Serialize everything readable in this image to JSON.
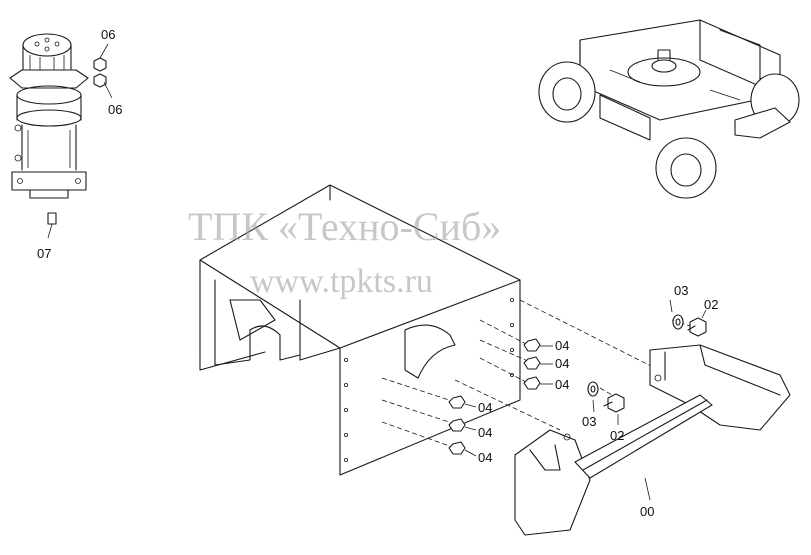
{
  "watermark": {
    "line1": "ТПК «Техно-Сиб»",
    "line2": "www.tpkts.ru"
  },
  "callouts": {
    "c00": "00",
    "c02a": "02",
    "c02b": "02",
    "c03a": "03",
    "c03b": "03",
    "c04a": "04",
    "c04b": "04",
    "c04c": "04",
    "c04d": "04",
    "c04e": "04",
    "c04f": "04",
    "c06a": "06",
    "c06b": "06",
    "c07": "07"
  }
}
